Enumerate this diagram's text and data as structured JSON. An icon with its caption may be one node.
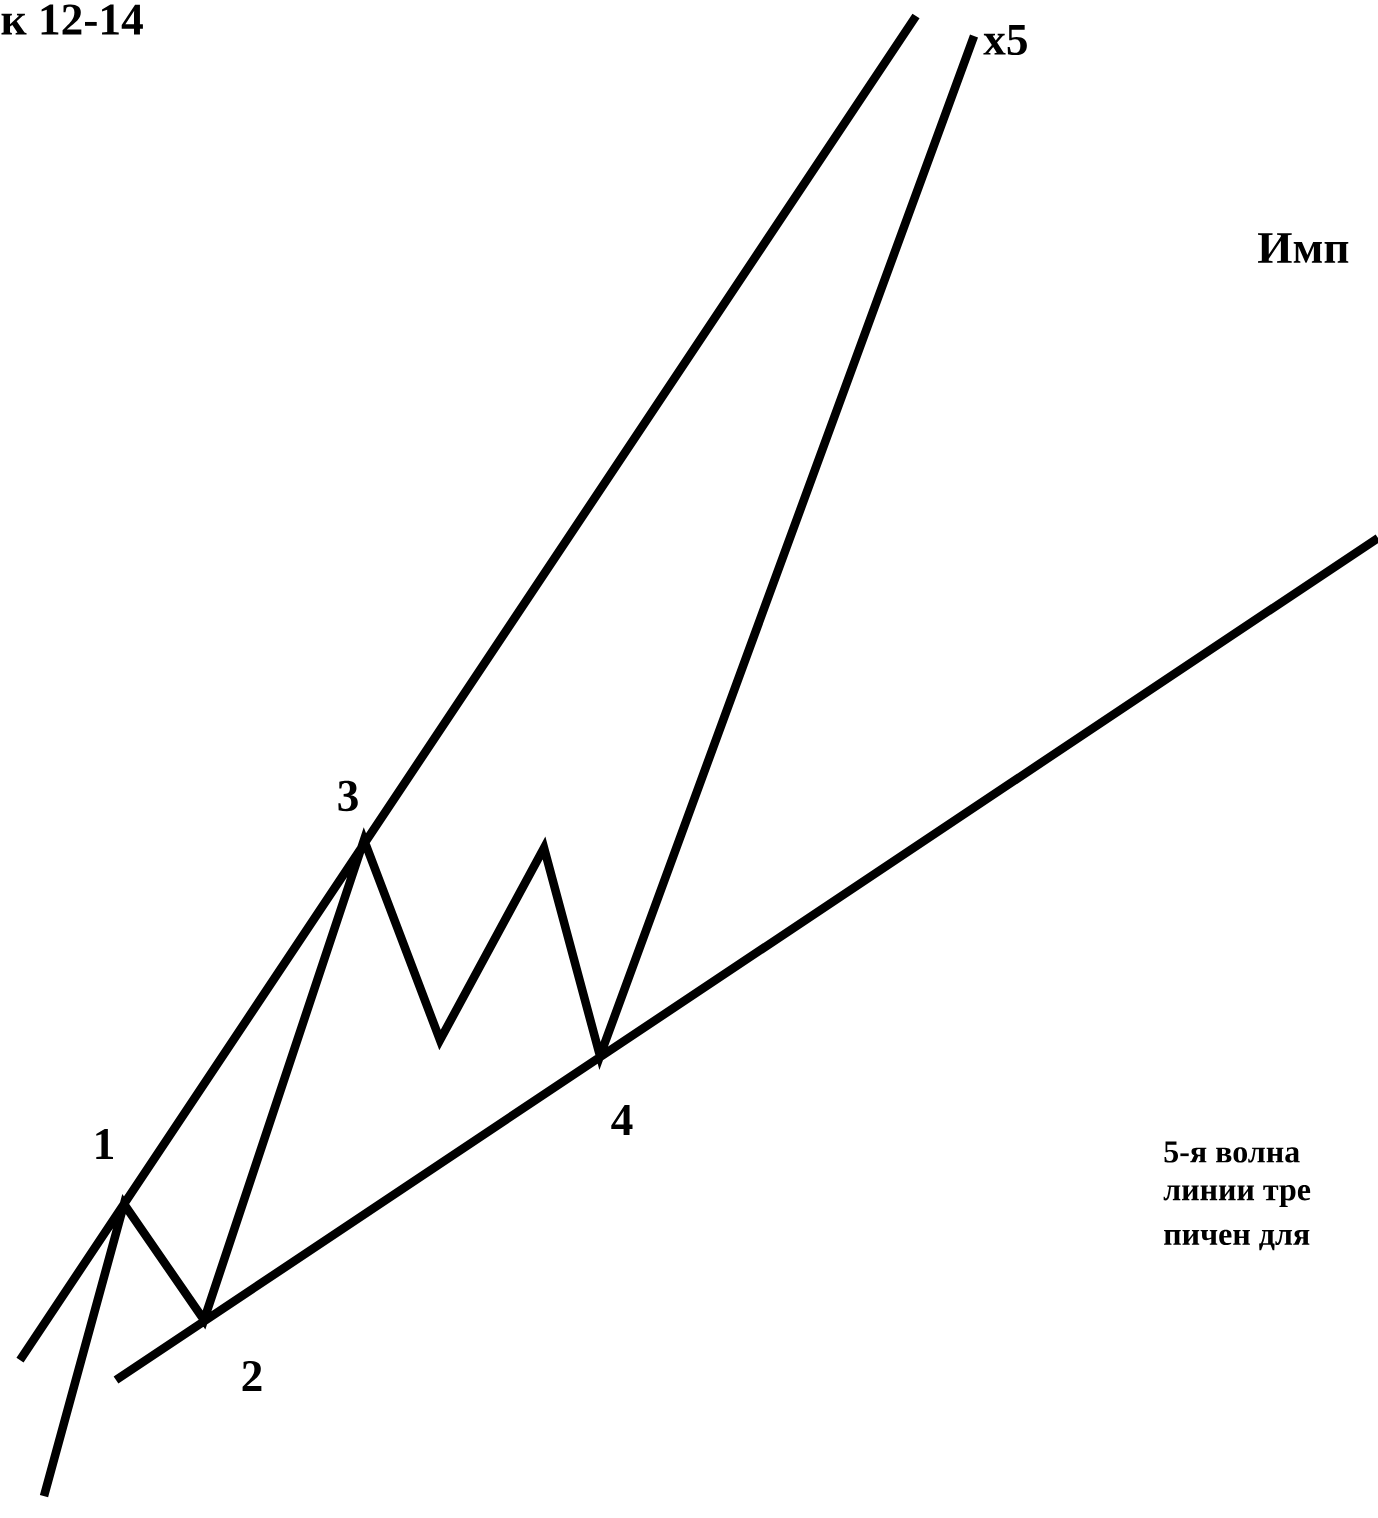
{
  "diagram": {
    "title": "к 12-14",
    "labels": [
      "x5",
      "Имп",
      "3",
      "1",
      "2",
      "4",
      "5-я волна",
      "линии тре",
      "пичен для"
    ]
  }
}
